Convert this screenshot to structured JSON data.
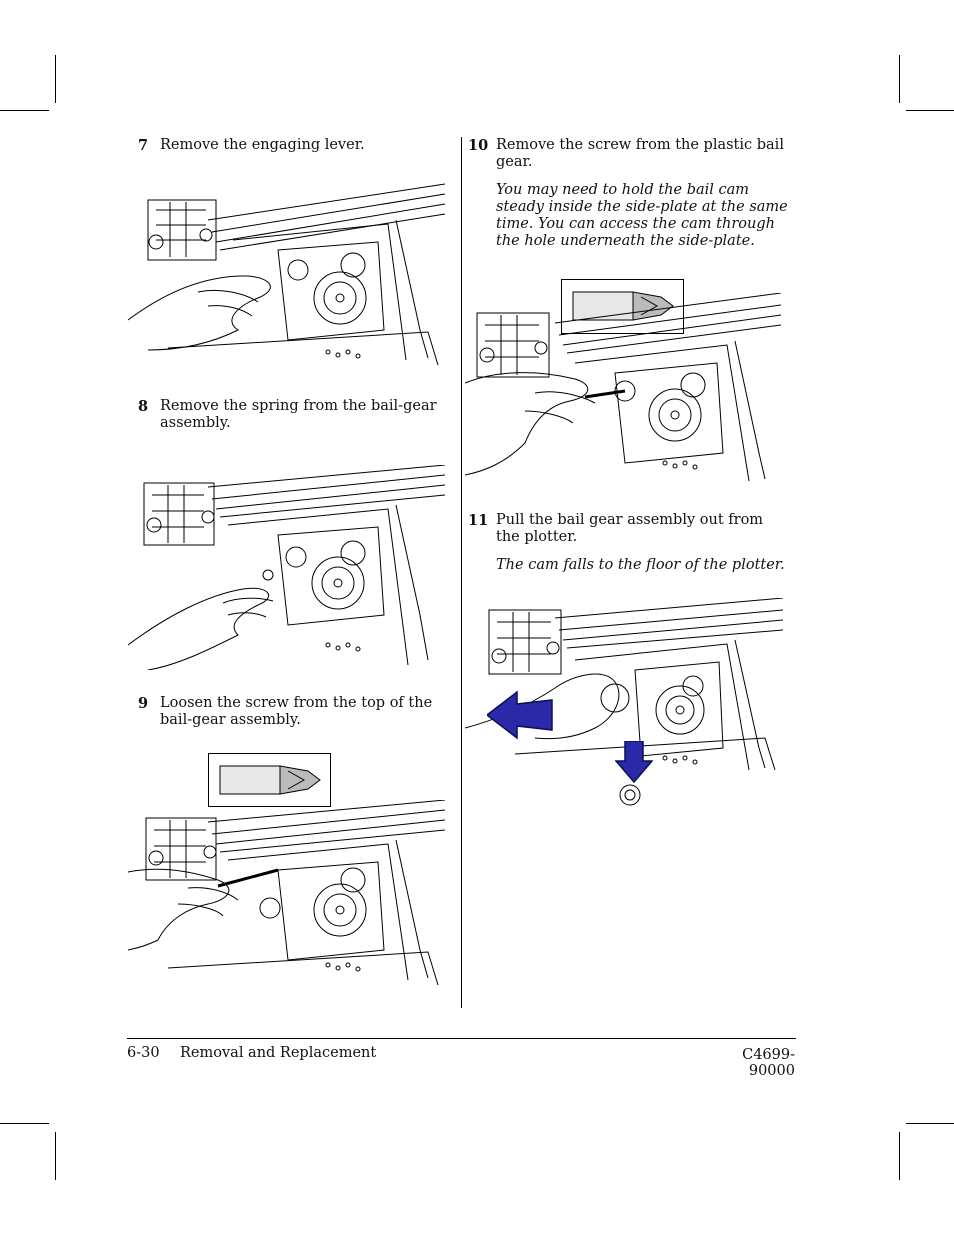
{
  "steps": [
    {
      "number": "7",
      "text": "Remove the engaging lever."
    },
    {
      "number": "8",
      "text": "Remove the spring from the bail-gear assembly."
    },
    {
      "number": "9",
      "text": "Loosen the screw from the top of the bail-gear assembly."
    },
    {
      "number": "10",
      "text": "Remove the screw from the plastic bail gear.",
      "note": "You may need to hold the bail cam steady inside the side-plate at the same time.  You can access the cam through the hole underneath the side-plate."
    },
    {
      "number": "11",
      "text": "Pull the bail gear assembly out from the plotter.",
      "note": "The cam falls to the floor of the plotter."
    }
  ],
  "footer": {
    "page": "6-30",
    "section": "Removal and Replacement",
    "part_number": "C4699-90000"
  },
  "colors": {
    "arrow": "#2a2aa8",
    "line": "#000000"
  }
}
